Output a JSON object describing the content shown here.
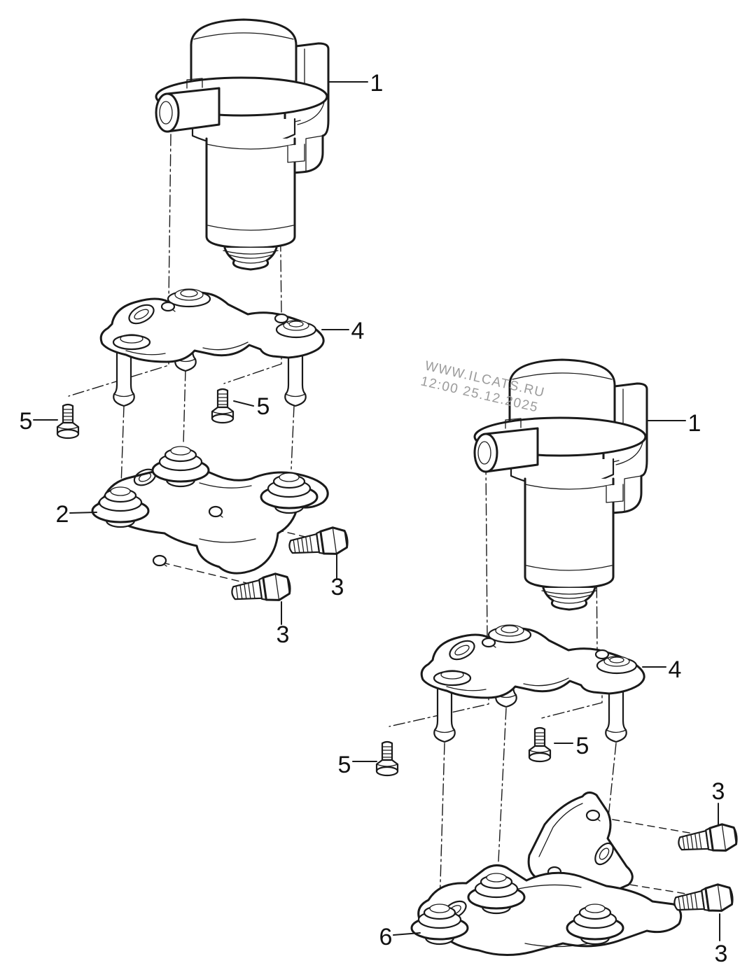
{
  "watermark": {
    "line1": "WWW.ILCATS.RU",
    "line2": "12:00 25.12.2025",
    "color": "#9b9b9b"
  },
  "parts": {
    "pump": "1",
    "bracket_lower_front": "2",
    "bolt": "3",
    "bracket_upper": "4",
    "screw": "5",
    "bracket_lower_rear": "6"
  },
  "style": {
    "background": "#ffffff",
    "line_color": "#1a1a1a"
  }
}
